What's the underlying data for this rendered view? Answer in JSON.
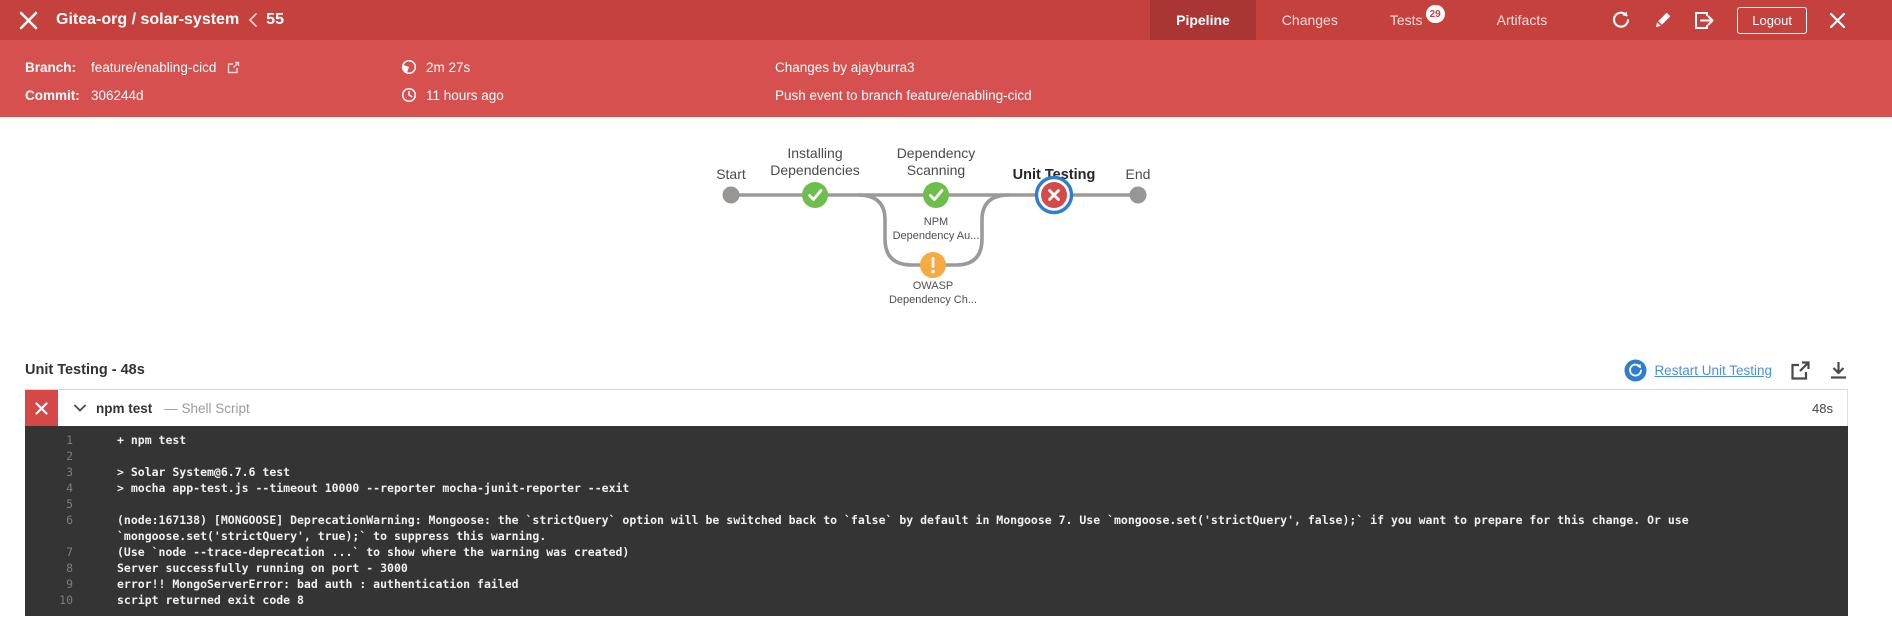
{
  "header": {
    "title": "Gitea-org / solar-system",
    "run_number": "55",
    "tabs": [
      {
        "label": "Pipeline",
        "active": true
      },
      {
        "label": "Changes",
        "active": false
      },
      {
        "label": "Tests",
        "badge": "29",
        "active": false
      },
      {
        "label": "Artifacts",
        "active": false
      }
    ],
    "logout_label": "Logout"
  },
  "run_meta": {
    "branch_label": "Branch:",
    "branch_value": "feature/enabling-cicd",
    "commit_label": "Commit:",
    "commit_value": "306244d",
    "duration": "2m 27s",
    "time_ago": "11 hours ago",
    "changes_by": "Changes by ajayburra3",
    "trigger": "Push event to branch feature/enabling-cicd"
  },
  "pipeline": {
    "start_label": "Start",
    "end_label": "End",
    "stages": [
      {
        "label1": "Installing",
        "label2": "Dependencies",
        "status": "success"
      },
      {
        "label1": "Dependency",
        "label2": "Scanning",
        "status": "success"
      },
      {
        "label1": "Unit Testing",
        "label2": "",
        "status": "failed-selected"
      }
    ],
    "parallel_nodes": [
      {
        "label1": "NPM",
        "label2": "Dependency Au...",
        "status": "success"
      },
      {
        "label1": "OWASP",
        "label2": "Dependency Ch...",
        "status": "unstable"
      }
    ]
  },
  "result": {
    "title": "Unit Testing - 48s",
    "restart_label": "Restart Unit Testing",
    "step": {
      "name": "npm test",
      "type": "— Shell Script",
      "duration": "48s"
    },
    "log_lines": [
      {
        "n": "1",
        "text": "+ npm test"
      },
      {
        "n": "2",
        "text": ""
      },
      {
        "n": "3",
        "text": "> Solar System@6.7.6 test"
      },
      {
        "n": "4",
        "text": "> mocha app-test.js --timeout 10000 --reporter mocha-junit-reporter --exit"
      },
      {
        "n": "5",
        "text": ""
      },
      {
        "n": "6",
        "text": "(node:167138) [MONGOOSE] DeprecationWarning: Mongoose: the `strictQuery` option will be switched back to `false` by default in Mongoose 7. Use `mongoose.set('strictQuery', false);` if you want to prepare for this change. Or use `mongoose.set('strictQuery', true);` to suppress this warning."
      },
      {
        "n": "7",
        "text": "(Use `node --trace-deprecation ...` to show where the warning was created)"
      },
      {
        "n": "8",
        "text": "Server successfully running on port - 3000"
      },
      {
        "n": "9",
        "text": "error!! MongoServerError: bad auth : authentication failed"
      },
      {
        "n": "10",
        "text": "script returned exit code 8"
      }
    ]
  },
  "colors": {
    "topbar": "#c5413e",
    "active_tab": "#a93634",
    "subbar": "#d5504e",
    "success_green": "#6ebe4c",
    "unstable_orange": "#f5ab41",
    "failure_red": "#d6494a",
    "selected_blue": "#2d7dd2",
    "link_blue": "#4a90e2",
    "console_bg": "#343434"
  }
}
